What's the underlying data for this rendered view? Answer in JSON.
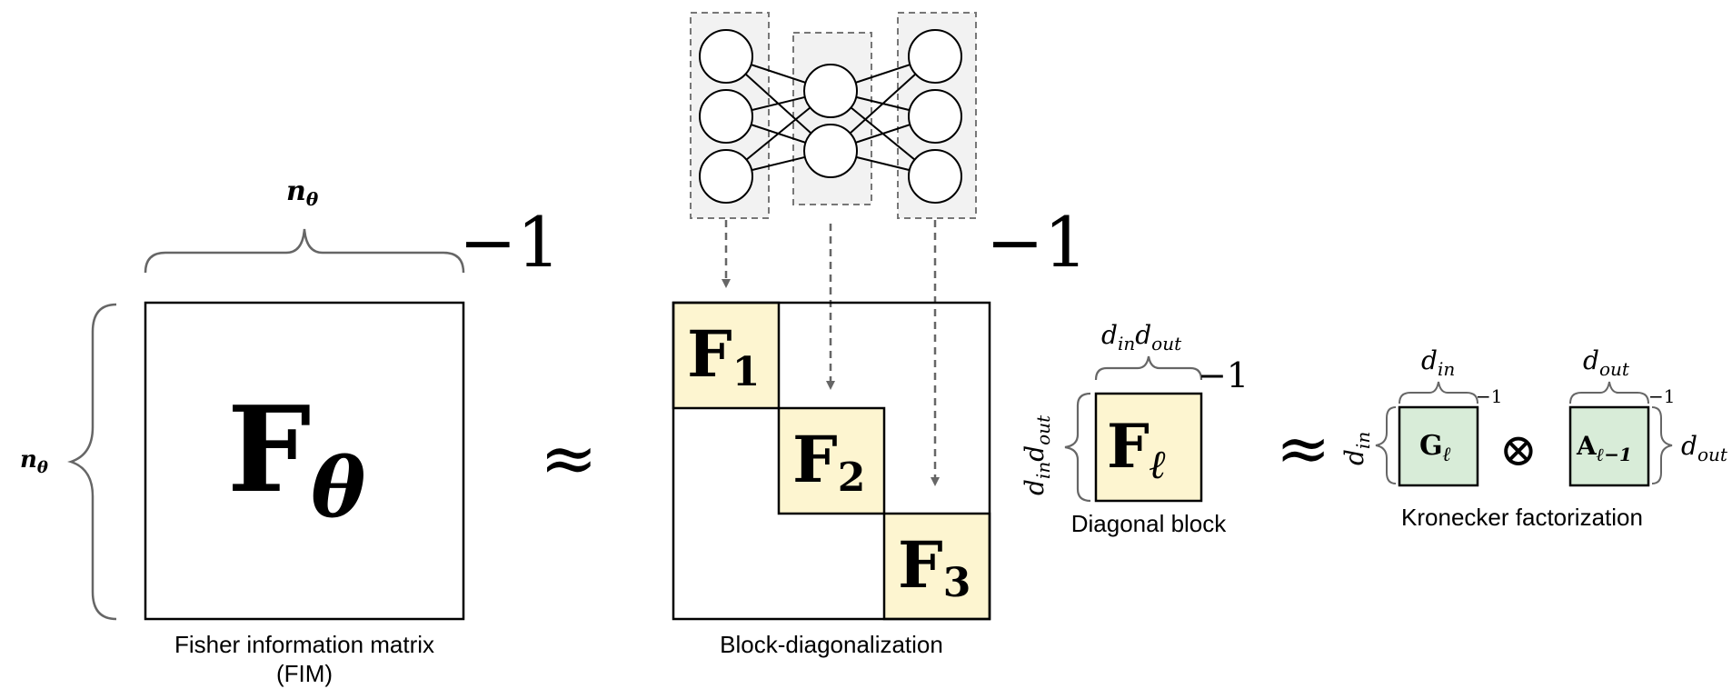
{
  "fim": {
    "dim_top": "n",
    "dim_top_sub": "θ",
    "dim_left": "n",
    "dim_left_sub": "θ",
    "symbol": "F",
    "symbol_sub": "θ",
    "inverse": "−1",
    "caption_line1": "Fisher information matrix",
    "caption_line2": "(FIM)"
  },
  "approx1": "≈",
  "approx2": "≈",
  "block_diag": {
    "inverse": "−1",
    "blocks": [
      {
        "symbol": "F",
        "sub": "1"
      },
      {
        "symbol": "F",
        "sub": "2"
      },
      {
        "symbol": "F",
        "sub": "3"
      }
    ],
    "caption": "Block-diagonalization"
  },
  "diag_block": {
    "dim_top_a": "d",
    "dim_top_a_sub": "in",
    "dim_top_b": "d",
    "dim_top_b_sub": "out",
    "dim_left_a": "d",
    "dim_left_a_sub": "in",
    "dim_left_b": "d",
    "dim_left_b_sub": "out",
    "symbol": "F",
    "symbol_sub": "ℓ",
    "inverse": "−1",
    "caption": "Diagonal block"
  },
  "kronecker": {
    "g_dim_top": "d",
    "g_dim_top_sub": "in",
    "g_dim_left": "d",
    "g_dim_left_sub": "in",
    "g_symbol": "G",
    "g_symbol_sub": "ℓ",
    "g_inverse": "−1",
    "operator": "⊗",
    "a_dim_top": "d",
    "a_dim_top_sub": "out",
    "a_dim_right": "d",
    "a_dim_right_sub": "out",
    "a_symbol": "A",
    "a_symbol_sub": "ℓ−1",
    "a_inverse": "−1",
    "caption": "Kronecker factorization"
  },
  "colors": {
    "block_fill": "#fdf5d0",
    "kron_fill": "#d8ecd8",
    "layer_fill": "#f2f2f2",
    "brace": "#666666",
    "arrow": "#666666",
    "ink": "#000000"
  }
}
